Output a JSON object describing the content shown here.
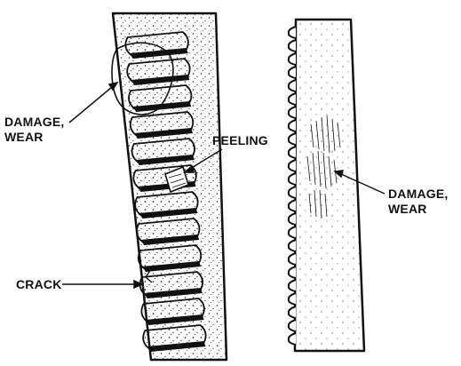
{
  "labels": {
    "damage_left": {
      "line1": "DAMAGE,",
      "line2": "WEAR"
    },
    "peeling": "PEELING",
    "damage_right": {
      "line1": "DAMAGE,",
      "line2": "WEAR"
    },
    "crack": "CRACK"
  },
  "colors": {
    "ink": "#111111",
    "paper": "#ffffff"
  }
}
